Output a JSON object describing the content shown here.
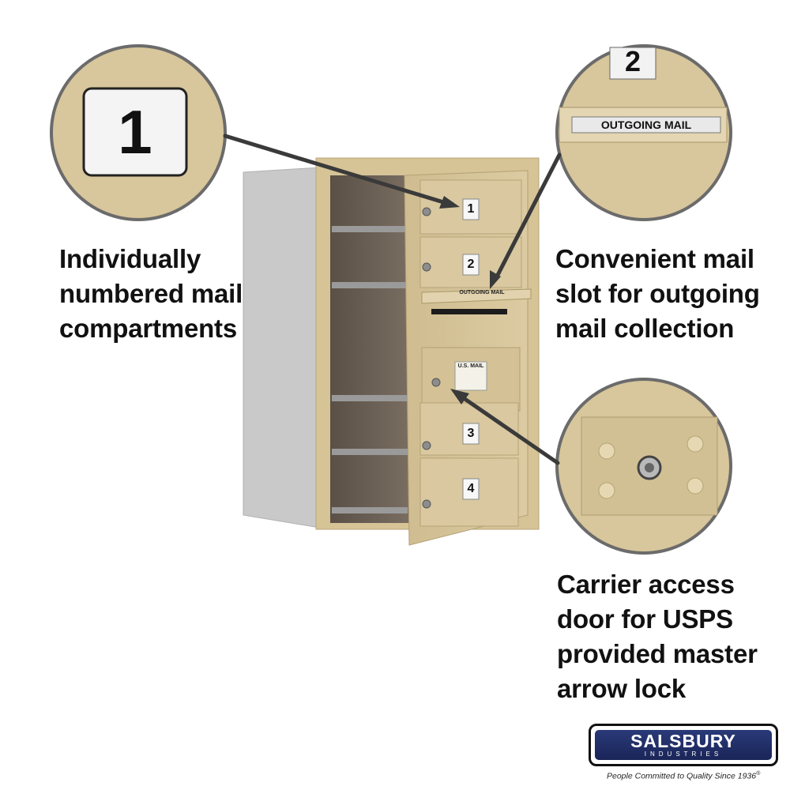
{
  "callouts": {
    "left": {
      "badge_number": "1",
      "lines": [
        "Individually",
        "numbered mail",
        "compartments"
      ]
    },
    "top_right": {
      "badge_number": "2",
      "slot_label": "OUTGOING MAIL",
      "lines": [
        "Convenient mail",
        "slot for outgoing",
        "mail collection"
      ]
    },
    "bottom_right": {
      "lines": [
        "Carrier access",
        "door for USPS",
        "provided master",
        "arrow lock"
      ]
    }
  },
  "mailbox": {
    "compartments": [
      "1",
      "2",
      "3",
      "4"
    ],
    "slot_label": "OUTGOING MAIL",
    "usps_plate": "U.S. MAIL"
  },
  "brand": {
    "name": "SALSBURY",
    "subtitle": "INDUSTRIES",
    "tagline": "People Committed to Quality Since 1936",
    "registered_mark": "®"
  },
  "colors": {
    "sand": "#d8c69c",
    "caption_text": "#111111",
    "arrow": "#333333",
    "logo_blue": "#1f2c64"
  }
}
